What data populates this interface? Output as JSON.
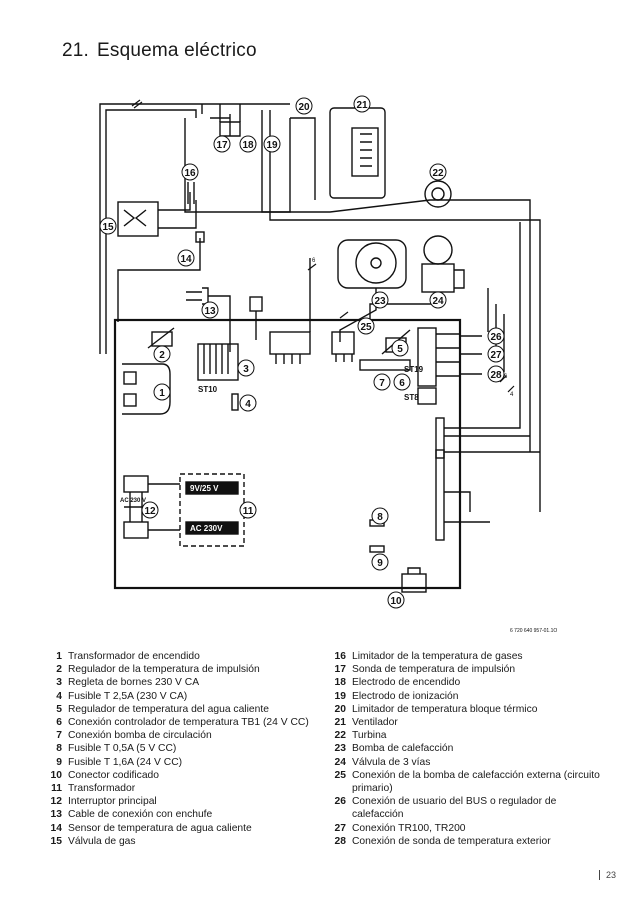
{
  "header": {
    "section_number": "21.",
    "section_title": "Esquema eléctrico"
  },
  "diagram": {
    "callouts": [
      "1",
      "2",
      "3",
      "4",
      "5",
      "6",
      "7",
      "8",
      "9",
      "10",
      "11",
      "12",
      "13",
      "14",
      "15",
      "16",
      "17",
      "18",
      "19",
      "20",
      "21",
      "22",
      "23",
      "24",
      "25",
      "26",
      "27",
      "28"
    ],
    "labels": {
      "st10": "ST10",
      "st19": "ST19",
      "st8": "ST8",
      "transformer_primary": "AC 230V",
      "transformer_secondary": "9V/25 V",
      "ac230_small": "AC 230 V",
      "reference": "6 720 640 957-01.1O",
      "wire_6a": "6",
      "wire_6b": "6",
      "wire_4": "4"
    }
  },
  "legend_left": [
    {
      "n": "1",
      "text": "Transformador de encendido"
    },
    {
      "n": "2",
      "text": "Regulador de la temperatura de impulsión"
    },
    {
      "n": "3",
      "text": "Regleta de bornes 230 V CA"
    },
    {
      "n": "4",
      "text": "Fusible T 2,5A (230 V CA)"
    },
    {
      "n": "5",
      "text": "Regulador de temperatura del agua caliente"
    },
    {
      "n": "6",
      "text": "Conexión controlador de temperatura TB1 (24 V CC)"
    },
    {
      "n": "7",
      "text": "Conexión bomba de circulación"
    },
    {
      "n": "8",
      "text": "Fusible T 0,5A (5 V CC)"
    },
    {
      "n": "9",
      "text": "Fusible T 1,6A (24 V CC)"
    },
    {
      "n": "10",
      "text": "Conector codificado"
    },
    {
      "n": "11",
      "text": "Transformador"
    },
    {
      "n": "12",
      "text": "Interruptor principal"
    },
    {
      "n": "13",
      "text": "Cable de conexión con enchufe"
    },
    {
      "n": "14",
      "text": "Sensor de temperatura de agua caliente"
    },
    {
      "n": "15",
      "text": "Válvula de gas"
    }
  ],
  "legend_right": [
    {
      "n": "16",
      "text": "Limitador de la temperatura de gases"
    },
    {
      "n": "17",
      "text": "Sonda de temperatura de impulsión"
    },
    {
      "n": "18",
      "text": "Electrodo de encendido"
    },
    {
      "n": "19",
      "text": "Electrodo de ionización"
    },
    {
      "n": "20",
      "text": "Limitador de temperatura bloque térmico"
    },
    {
      "n": "21",
      "text": "Ventilador"
    },
    {
      "n": "22",
      "text": "Turbina"
    },
    {
      "n": "23",
      "text": "Bomba de calefacción"
    },
    {
      "n": "24",
      "text": "Válvula de 3 vías"
    },
    {
      "n": "25",
      "text": "Conexión de la bomba de calefacción externa (circuito primario)"
    },
    {
      "n": "26",
      "text": "Conexión de usuario del BUS o regulador de calefacción"
    },
    {
      "n": "27",
      "text": "Conexión TR100, TR200"
    },
    {
      "n": "28",
      "text": "Conexión de sonda de temperatura exterior"
    }
  ],
  "footer": {
    "page_number": "23"
  }
}
